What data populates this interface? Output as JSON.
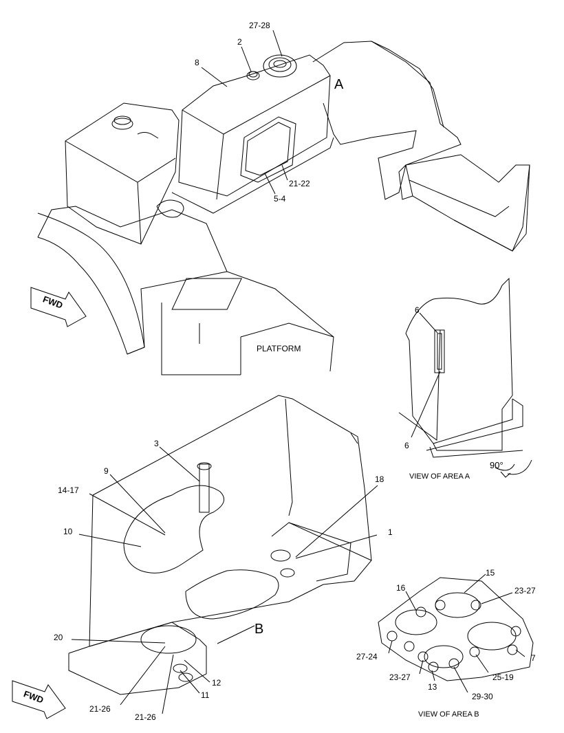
{
  "callouts": {
    "c27_28a": "27-28",
    "c2": "2",
    "c8": "8",
    "areaA": "A",
    "c21_22": "21-22",
    "c5_4": "5-4",
    "platform": "PLATFORM",
    "fwd": "FWD",
    "c6_top": "6",
    "c6_bot": "6",
    "viewA": "VIEW OF AREA  A",
    "rot": "90°",
    "c3": "3",
    "c9": "9",
    "c14_17": "14-17",
    "c10": "10",
    "c18": "18",
    "c1": "1",
    "c20": "20",
    "areaB": "B",
    "c12": "12",
    "c11": "11",
    "c21_26a": "21-26",
    "c21_26b": "21-26",
    "c15": "15",
    "c16": "16",
    "c23_27a": "23-27",
    "c7": "7",
    "c27_24": "27-24",
    "c23_27b": "23-27",
    "c25_19": "25-19",
    "c13": "13",
    "c29_30": "29-30",
    "viewB": "VIEW OF AREA  B"
  },
  "colors": {
    "ink": "#000000",
    "paper": "#ffffff"
  }
}
